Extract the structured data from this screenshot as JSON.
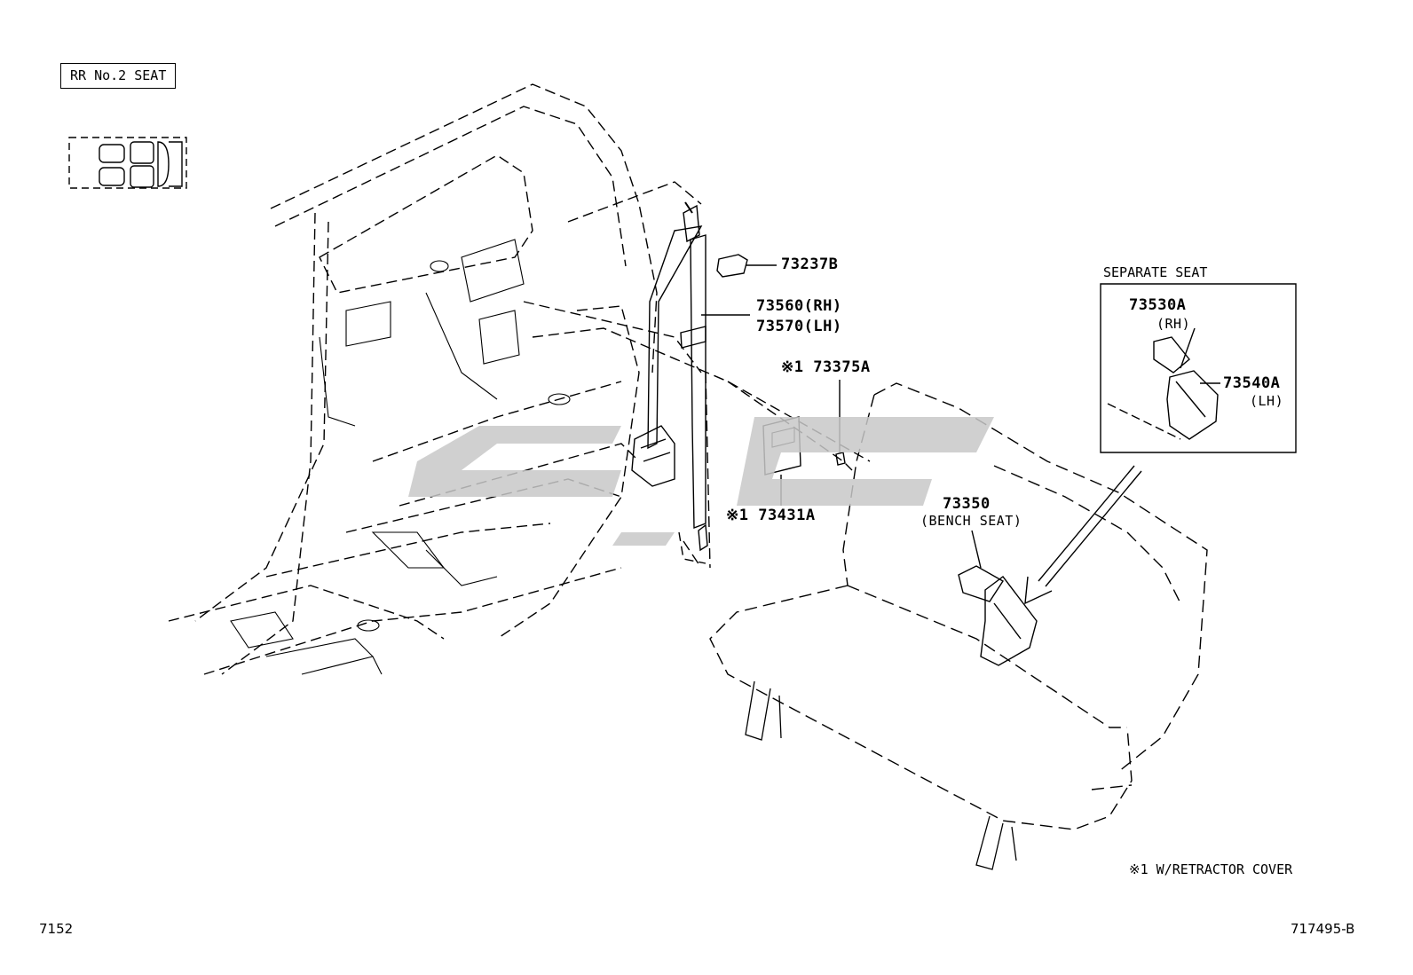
{
  "view_label": "RR No.2 SEAT",
  "parts": {
    "p73237B": "73237B",
    "p73560": "73560(RH)",
    "p73570": "73570(LH)",
    "p73375A": "※1 73375A",
    "p73431A": "※1 73431A",
    "p73350": "73350",
    "p73350_sub": "(BENCH SEAT)"
  },
  "inset": {
    "title": "SEPARATE SEAT",
    "p73530A": "73530A",
    "p73530A_sub": "(RH)",
    "p73540A": "73540A",
    "p73540A_sub": "(LH)"
  },
  "note": "※1 W/RETRACTOR COVER",
  "footer": {
    "left_code": "7152",
    "right_code": "717495-B"
  },
  "colors": {
    "line": "#000000",
    "watermark": "#c8c8c8"
  }
}
